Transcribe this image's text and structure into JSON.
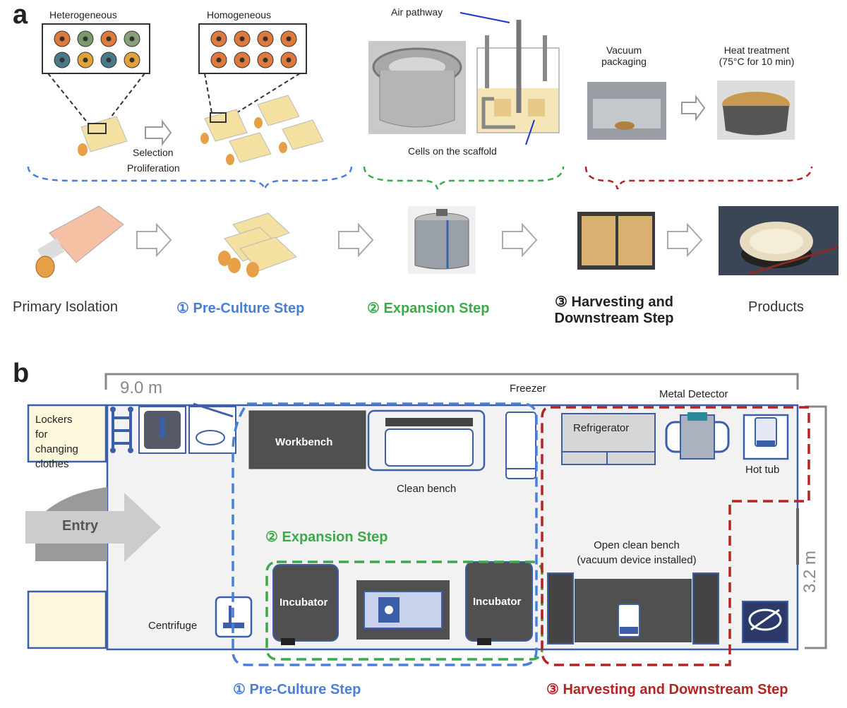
{
  "panel_a": {
    "letter": "a",
    "heterogeneous_label": "Heterogeneous",
    "homogeneous_label": "Homogeneous",
    "selection_label": "Selection",
    "proliferation_label": "Proliferation",
    "air_pathway_label": "Air pathway",
    "cells_scaffold_label": "Cells on the scaffold",
    "vacuum_label_1": "Vacuum",
    "vacuum_label_2": "packaging",
    "heat_label_1": "Heat treatment",
    "heat_label_2": "(75°C for 10 min)",
    "stages": {
      "primary": "Primary Isolation",
      "preculture": "① Pre-Culture Step",
      "expansion": "② Expansion Step",
      "harvest_1": "③ Harvesting and",
      "harvest_2": "Downstream Step",
      "products": "Products"
    }
  },
  "panel_b": {
    "letter": "b",
    "width_label": "9.0 m",
    "height_label": "3.2 m",
    "lockers_label_1": "Lockers",
    "lockers_label_2": "for",
    "lockers_label_3": "changing",
    "lockers_label_4": "clothes",
    "entry_label": "Entry",
    "workbench_label": "Workbench",
    "clean_bench_label": "Clean bench",
    "freezer_label": "Freezer",
    "refrigerator_label": "Refrigerator",
    "metal_detector_label": "Metal Detector",
    "hot_tub_label": "Hot tub",
    "expansion_label": "② Expansion Step",
    "open_clean_bench_label_1": "Open clean bench",
    "open_clean_bench_label_2": "(vacuum device installed)",
    "incubator_label": "Incubator",
    "centrifuge_label": "Centrifuge",
    "preculture_label": "① Pre-Culture Step",
    "harvest_label": "③ Harvesting and Downstream Step"
  },
  "colors": {
    "preculture": "#4a7fd8",
    "expansion": "#3caa4a",
    "harvest": "#b52323",
    "room_outline": "#3d5fa8",
    "equipment_dark": "#505050"
  }
}
